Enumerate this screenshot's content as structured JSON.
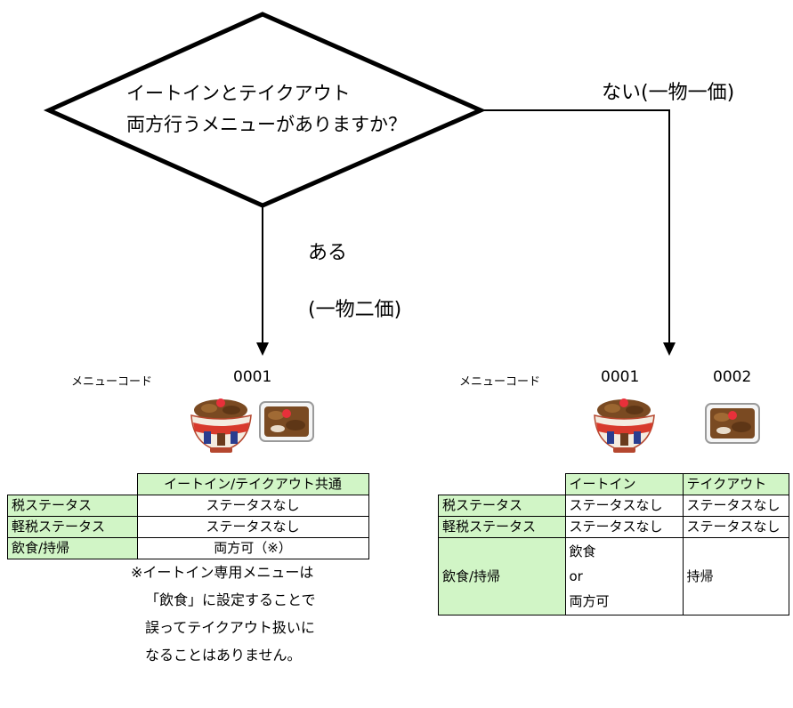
{
  "decision": {
    "line1": "イートインとテイクアウト",
    "line2": "両方行うメニューがありますか？"
  },
  "branch_no": {
    "label": "ない(一物一価)"
  },
  "branch_yes": {
    "label1": "ある",
    "label2": "(一物二価)"
  },
  "left": {
    "code_label": "メニューコード",
    "code": "0001",
    "table": {
      "header": "イートイン/テイクアウト共通",
      "rows": [
        {
          "label": "税ステータス",
          "value": "ステータスなし"
        },
        {
          "label": "軽税ステータス",
          "value": "ステータスなし"
        },
        {
          "label": "飲食/持帰",
          "value": "両方可（※）"
        }
      ]
    },
    "note": [
      "※イートイン専用メニューは",
      "「飲食」に設定することで",
      "誤ってテイクアウト扱いに",
      "なることはありません。"
    ]
  },
  "right": {
    "code_label": "メニューコード",
    "codes": [
      "0001",
      "0002"
    ],
    "table": {
      "headers": [
        "イートイン",
        "テイクアウト"
      ],
      "rows": [
        {
          "label": "税ステータス",
          "values": [
            "ステータスなし",
            "ステータスなし"
          ]
        },
        {
          "label": "軽税ステータス",
          "values": [
            "ステータスなし",
            "ステータスなし"
          ]
        }
      ],
      "last_row": {
        "label": "飲食/持帰",
        "eatin_lines": [
          "飲食",
          "or",
          "両方可"
        ],
        "takeout": "持帰"
      }
    }
  },
  "colors": {
    "header_fill": "#d1f5c6",
    "bowl_red": "#d83a2c",
    "beef_brown": "#7a4a22",
    "ginger": "#e8303a"
  },
  "icons": [
    "gyudon-bowl-icon",
    "gyudon-takeout-box-icon"
  ]
}
